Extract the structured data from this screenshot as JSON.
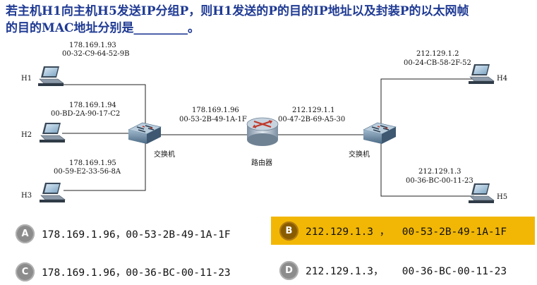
{
  "question": {
    "line1": "若主机H1向主机H5发送IP分组P，则H1发送的P的目的IP地址以及封装P的以太网帧",
    "line2": "的目的MAC地址分别是",
    "blank": "_________",
    "end": "。"
  },
  "hosts": {
    "h1": {
      "label": "H1",
      "ip": "178.169.1.93",
      "mac": "00-32-C9-64-52-9B"
    },
    "h2": {
      "label": "H2",
      "ip": "178.169.1.94",
      "mac": "00-BD-2A-90-17-C2"
    },
    "h3": {
      "label": "H3",
      "ip": "178.169.1.95",
      "mac": "00-59-E2-33-56-8A"
    },
    "h4": {
      "label": "H4",
      "ip": "212.129.1.2",
      "mac": "00-24-CB-58-2F-52"
    },
    "h5": {
      "label": "H5",
      "ip": "212.129.1.3",
      "mac": "00-36-BC-00-11-23"
    }
  },
  "router": {
    "label": "路由器",
    "left_ip": "178.169.1.96",
    "left_mac": "00-53-2B-49-1A-1F",
    "right_ip": "212.129.1.1",
    "right_mac": "00-47-2B-69-A5-30"
  },
  "switches": {
    "left_label": "交换机",
    "right_label": "交换机"
  },
  "options": [
    {
      "letter": "A",
      "text": "178.169.1.96，00-53-2B-49-1A-1F"
    },
    {
      "letter": "B",
      "text": "212.129.1.3 ，  00-53-2B-49-1A-1F"
    },
    {
      "letter": "C",
      "text": "178.169.1.96，00-36-BC-00-11-23"
    },
    {
      "letter": "D",
      "text": "212.129.1.3，   00-36-BC-00-11-23"
    }
  ],
  "colors": {
    "question": "#1f3a93",
    "selected": "#f2b705",
    "badge": "#8c8c8c"
  }
}
